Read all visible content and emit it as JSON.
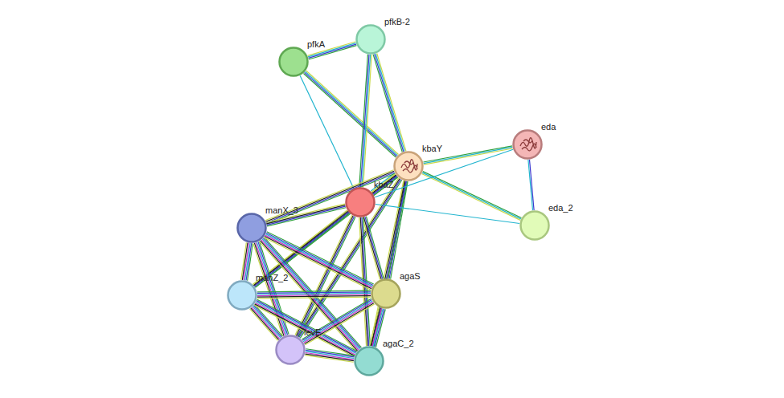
{
  "diagram": {
    "nodes": [
      {
        "text": [
          "pfkB-2"
        ]
      },
      {
        "text": [
          "pfkA"
        ]
      },
      {
        "text": [
          "eda"
        ]
      },
      {
        "text": [
          "kbaY"
        ]
      },
      {
        "text": [
          "kbaZ"
        ]
      },
      {
        "text": [
          "eda_2"
        ]
      },
      {
        "text": [
          "manX_3"
        ]
      },
      {
        "text": [
          "agaS"
        ]
      },
      {
        "text": [
          "manZ_2"
        ]
      },
      {
        "text": [
          "levE"
        ]
      },
      {
        "text": [
          "agaC_2"
        ]
      }
    ],
    "edges": [
      {
        "from": 1,
        "to": 0,
        "arrow": "none"
      },
      {
        "from": 1,
        "to": 3,
        "arrow": "none"
      },
      {
        "from": 1,
        "to": 4,
        "arrow": "none"
      },
      {
        "from": 0,
        "to": 3,
        "arrow": "none"
      },
      {
        "from": 0,
        "to": 4,
        "arrow": "none"
      },
      {
        "from": 3,
        "to": 2,
        "arrow": "none"
      },
      {
        "from": 3,
        "to": 5,
        "arrow": "none"
      },
      {
        "from": 3,
        "to": 4,
        "arrow": "none"
      },
      {
        "from": 3,
        "to": 6,
        "arrow": "none"
      },
      {
        "from": 3,
        "to": 7,
        "arrow": "none"
      },
      {
        "from": 3,
        "to": 8,
        "arrow": "none"
      },
      {
        "from": 3,
        "to": 9,
        "arrow": "none"
      },
      {
        "from": 3,
        "to": 10,
        "arrow": "none"
      },
      {
        "from": 2,
        "to": 5,
        "arrow": "none"
      },
      {
        "from": 2,
        "to": 4,
        "arrow": "none"
      },
      {
        "from": 4,
        "to": 5,
        "arrow": "none"
      },
      {
        "from": 4,
        "to": 6,
        "arrow": "none"
      },
      {
        "from": 4,
        "to": 8,
        "arrow": "none"
      },
      {
        "from": 4,
        "to": 9,
        "arrow": "none"
      },
      {
        "from": 4,
        "to": 7,
        "arrow": "none"
      },
      {
        "from": 4,
        "to": 10,
        "arrow": "none"
      },
      {
        "from": 6,
        "to": 8,
        "arrow": "none"
      },
      {
        "from": 6,
        "to": 9,
        "arrow": "none"
      },
      {
        "from": 6,
        "to": 10,
        "arrow": "none"
      },
      {
        "from": 6,
        "to": 7,
        "arrow": "none"
      },
      {
        "from": 8,
        "to": 9,
        "arrow": "none"
      },
      {
        "from": 8,
        "to": 10,
        "arrow": "none"
      },
      {
        "from": 8,
        "to": 7,
        "arrow": "none"
      },
      {
        "from": 9,
        "to": 10,
        "arrow": "none"
      },
      {
        "from": 9,
        "to": 7,
        "arrow": "none"
      },
      {
        "from": 7,
        "to": 10,
        "arrow": "none"
      }
    ]
  }
}
